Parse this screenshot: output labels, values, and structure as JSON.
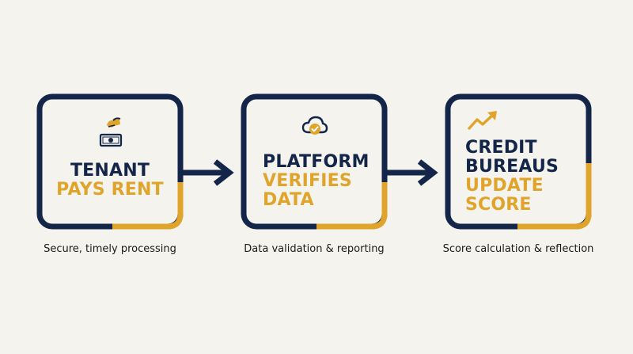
{
  "colors": {
    "navy": "#132548",
    "gold": "#e0a42a",
    "background": "#f4f3ee"
  },
  "steps": [
    {
      "icon": "hand-cash-icon",
      "title_navy": [
        "TENANT"
      ],
      "title_gold": [
        "PAYS RENT"
      ],
      "caption": "Secure, timely processing"
    },
    {
      "icon": "cloud-check-icon",
      "title_navy": [
        "PLATFORM"
      ],
      "title_gold": [
        "VERIFIES",
        "DATA"
      ],
      "caption": "Data validation & reporting"
    },
    {
      "icon": "trend-up-arrow-icon",
      "title_navy": [
        "CREDIT",
        "BUREAUS"
      ],
      "title_gold": [
        "UPDATE",
        "SCORE"
      ],
      "caption": "Score calculation & reflection"
    }
  ],
  "connectors": [
    "arrow-right-icon",
    "arrow-right-icon"
  ]
}
